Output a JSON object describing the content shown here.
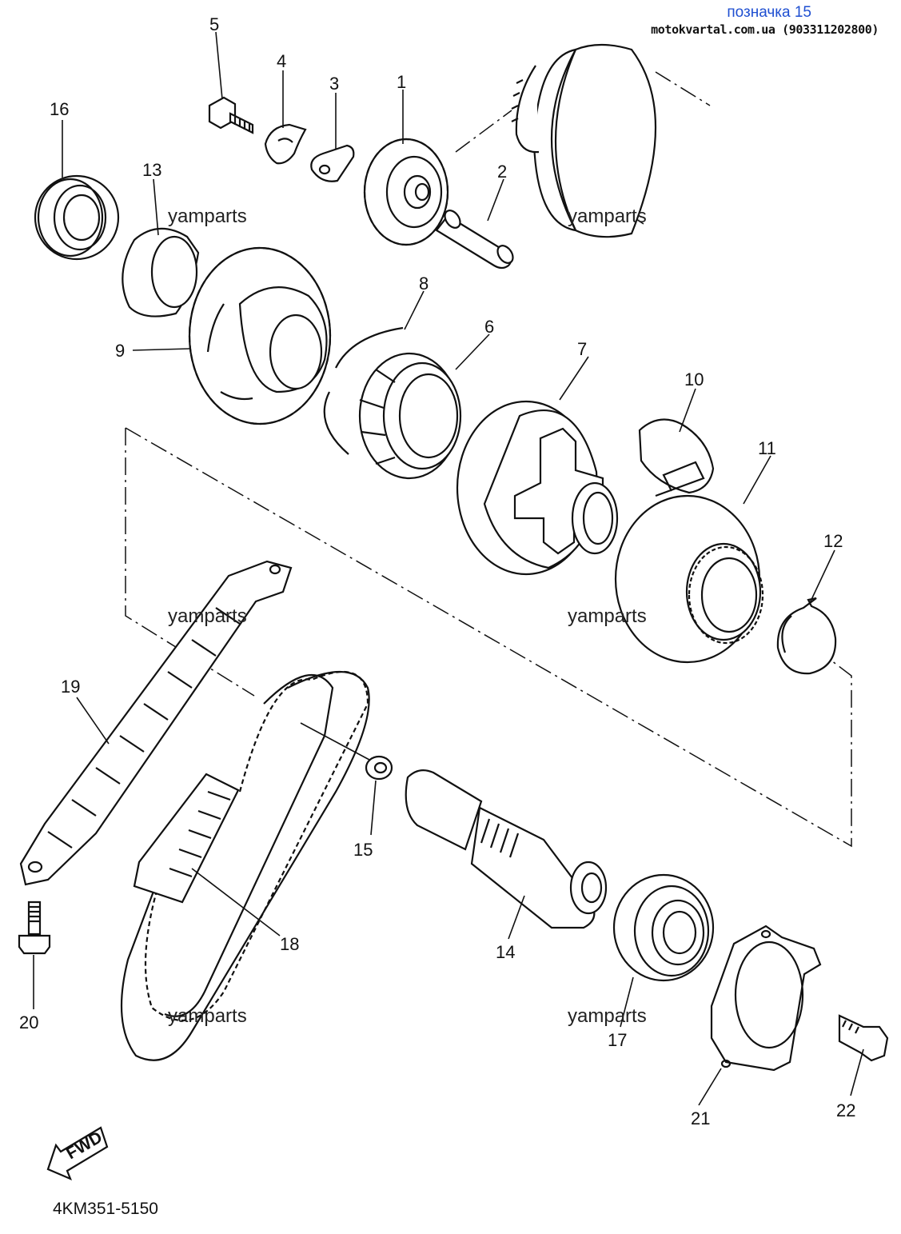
{
  "header": {
    "title": "позначка 15",
    "subtitle": "motokvartal.com.ua (903311202800)"
  },
  "footer": {
    "diagram_code": "4KM351-5150",
    "fwd_label": "FWD"
  },
  "watermark": "yamparts",
  "callouts": [
    "1",
    "2",
    "3",
    "4",
    "5",
    "6",
    "7",
    "8",
    "9",
    "10",
    "11",
    "12",
    "13",
    "14",
    "15",
    "16",
    "17",
    "18",
    "19",
    "20",
    "21",
    "22"
  ]
}
